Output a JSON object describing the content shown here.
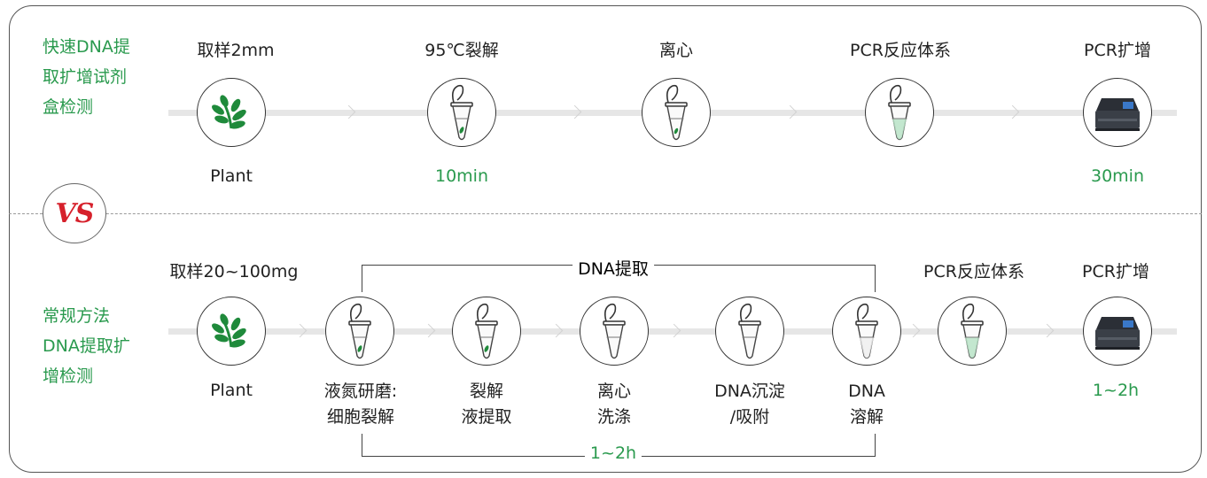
{
  "top": {
    "side_label": [
      "快速DNA提",
      "取扩增试剂",
      "盒检测"
    ],
    "steps": [
      {
        "title": "取样2mm",
        "icon": "leaf-icon",
        "caption": "Plant",
        "caption_green": false
      },
      {
        "title": "95℃裂解",
        "icon": "tube-leaf-icon",
        "caption": "10min",
        "caption_green": true
      },
      {
        "title": "离心",
        "icon": "tube-pellet-icon",
        "caption": "",
        "caption_green": false
      },
      {
        "title": "PCR反应体系",
        "icon": "tube-green-liquid-icon",
        "caption": "",
        "caption_green": false
      },
      {
        "title": "PCR扩增",
        "icon": "pcr-machine-icon",
        "caption": "30min",
        "caption_green": true
      }
    ]
  },
  "vs_label": "VS",
  "bottom": {
    "side_label": [
      "常规方法",
      "DNA提取扩",
      "增检测"
    ],
    "titles": {
      "sample": "取样20~100mg",
      "extraction": "DNA提取",
      "pcr_system": "PCR反应体系",
      "pcr_amp": "PCR扩增"
    },
    "steps": [
      {
        "icon": "leaf-icon",
        "caption": [
          "Plant"
        ]
      },
      {
        "icon": "tube-leaf-icon",
        "caption": [
          "液氮研磨:",
          "细胞裂解"
        ]
      },
      {
        "icon": "tube-leaf-icon",
        "caption": [
          "裂解",
          "液提取"
        ]
      },
      {
        "icon": "tube-empty-icon",
        "caption": [
          "离心",
          "洗涤"
        ]
      },
      {
        "icon": "tube-empty-icon",
        "caption": [
          "DNA沉淀",
          "/吸附"
        ]
      },
      {
        "icon": "tube-liquid-icon",
        "caption": [
          "DNA",
          "溶解"
        ]
      },
      {
        "icon": "tube-green-liquid-icon",
        "caption": []
      },
      {
        "icon": "pcr-machine-icon",
        "caption": [
          "1~2h"
        ]
      }
    ],
    "extraction_time": "1~2h"
  },
  "colors": {
    "accent_green": "#2a9a4e",
    "vs_red": "#d6202b",
    "leaf": "#1f8a3b"
  }
}
